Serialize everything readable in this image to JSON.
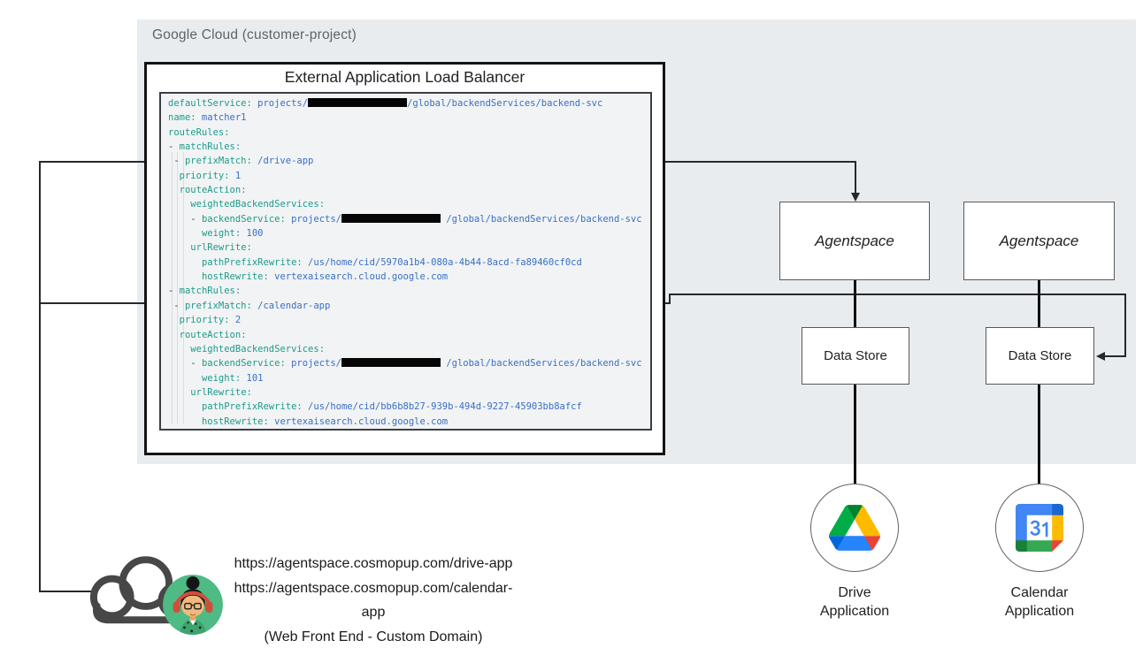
{
  "gcp_panel": {
    "label": "Google Cloud (customer-project)",
    "background_color": "#e9ecef",
    "label_color": "#5f6368"
  },
  "load_balancer": {
    "title": "External Application Load Balancer",
    "syntax_colors": {
      "key": "#1f9a8c",
      "value": "#3a6fc4",
      "plain": "#3c4043",
      "code_background": "#f1f3f4",
      "redaction": "#050505"
    },
    "code_lines": [
      [
        [
          "k",
          "defaultService:"
        ],
        [
          "t",
          " "
        ],
        [
          "v",
          "projects/"
        ],
        [
          "r",
          ""
        ],
        [
          "v",
          "/global/backendServices/backend-svc"
        ]
      ],
      [
        [
          "k",
          "name:"
        ],
        [
          "v",
          " matcher1"
        ]
      ],
      [
        [
          "k",
          "routeRules:"
        ]
      ],
      [
        [
          "d",
          "- "
        ],
        [
          "k",
          "matchRules:"
        ]
      ],
      [
        [
          "d",
          " - "
        ],
        [
          "k",
          "prefixMatch:"
        ],
        [
          "v",
          " /drive-app"
        ]
      ],
      [
        [
          "t",
          "  "
        ],
        [
          "k",
          "priority:"
        ],
        [
          "v",
          " 1"
        ]
      ],
      [
        [
          "t",
          "  "
        ],
        [
          "k",
          "routeAction:"
        ]
      ],
      [
        [
          "t",
          "    "
        ],
        [
          "k",
          "weightedBackendServices:"
        ]
      ],
      [
        [
          "t",
          "    "
        ],
        [
          "d",
          "- "
        ],
        [
          "k",
          "backendService:"
        ],
        [
          "v",
          " projects/"
        ],
        [
          "r",
          ""
        ],
        [
          "v",
          " /global/backendServices/backend-svc"
        ]
      ],
      [
        [
          "t",
          "      "
        ],
        [
          "k",
          "weight:"
        ],
        [
          "v",
          " 100"
        ]
      ],
      [
        [
          "t",
          "    "
        ],
        [
          "k",
          "urlRewrite:"
        ]
      ],
      [
        [
          "t",
          "      "
        ],
        [
          "k",
          "pathPrefixRewrite:"
        ],
        [
          "v",
          " /us/home/cid/5970a1b4-080a-4b44-8acd-fa89460cf0cd"
        ]
      ],
      [
        [
          "t",
          "      "
        ],
        [
          "k",
          "hostRewrite:"
        ],
        [
          "v",
          " vertexaisearch.cloud.google.com"
        ]
      ],
      [
        [
          "d",
          "- "
        ],
        [
          "k",
          "matchRules:"
        ]
      ],
      [
        [
          "d",
          " - "
        ],
        [
          "k",
          "prefixMatch:"
        ],
        [
          "v",
          " /calendar-app"
        ]
      ],
      [
        [
          "t",
          "  "
        ],
        [
          "k",
          "priority:"
        ],
        [
          "v",
          " 2"
        ]
      ],
      [
        [
          "t",
          "  "
        ],
        [
          "k",
          "routeAction:"
        ]
      ],
      [
        [
          "t",
          "    "
        ],
        [
          "k",
          "weightedBackendServices:"
        ]
      ],
      [
        [
          "t",
          "    "
        ],
        [
          "d",
          "- "
        ],
        [
          "k",
          "backendService:"
        ],
        [
          "v",
          " projects/"
        ],
        [
          "r",
          ""
        ],
        [
          "v",
          " /global/backendServices/backend-svc"
        ]
      ],
      [
        [
          "t",
          "      "
        ],
        [
          "k",
          "weight:"
        ],
        [
          "v",
          " 101"
        ]
      ],
      [
        [
          "t",
          "    "
        ],
        [
          "k",
          "urlRewrite:"
        ]
      ],
      [
        [
          "t",
          "      "
        ],
        [
          "k",
          "pathPrefixRewrite:"
        ],
        [
          "v",
          " /us/home/cid/bb6b8b27-939b-494d-9227-45903bb8afcf"
        ]
      ],
      [
        [
          "t",
          "      "
        ],
        [
          "k",
          "hostRewrite:"
        ],
        [
          "v",
          " vertexaisearch.cloud.google.com"
        ]
      ]
    ]
  },
  "nodes": {
    "agentspace_1": {
      "label": "Agentspace"
    },
    "agentspace_2": {
      "label": "Agentspace"
    },
    "data_store_1": {
      "label": "Data Store"
    },
    "data_store_2": {
      "label": "Data Store"
    },
    "drive_app": {
      "label_line1": "Drive",
      "label_line2": "Application",
      "icon": "google-drive-icon"
    },
    "calendar_app": {
      "label_line1": "Calendar",
      "label_line2": "Application",
      "icon": "google-calendar-icon"
    }
  },
  "front_end": {
    "url_drive": "https://agentspace.cosmopup.com/drive-app",
    "url_calendar": "https://agentspace.cosmopup.com/calendar-app",
    "caption": "(Web Front End - Custom Domain)",
    "icons": [
      "cloud-icon",
      "user-avatar"
    ]
  },
  "brand_colors": {
    "drive_icon": [
      "#0066da",
      "#00ac47",
      "#ea4335",
      "#00832d",
      "#2684fc",
      "#ffba00"
    ],
    "calendar_icon": [
      "#4285f4",
      "#1967d2",
      "#fbbc04",
      "#34a853",
      "#188038",
      "#ea4335"
    ],
    "avatar_background": "#4eba84",
    "cloud_stroke": "#474747"
  }
}
